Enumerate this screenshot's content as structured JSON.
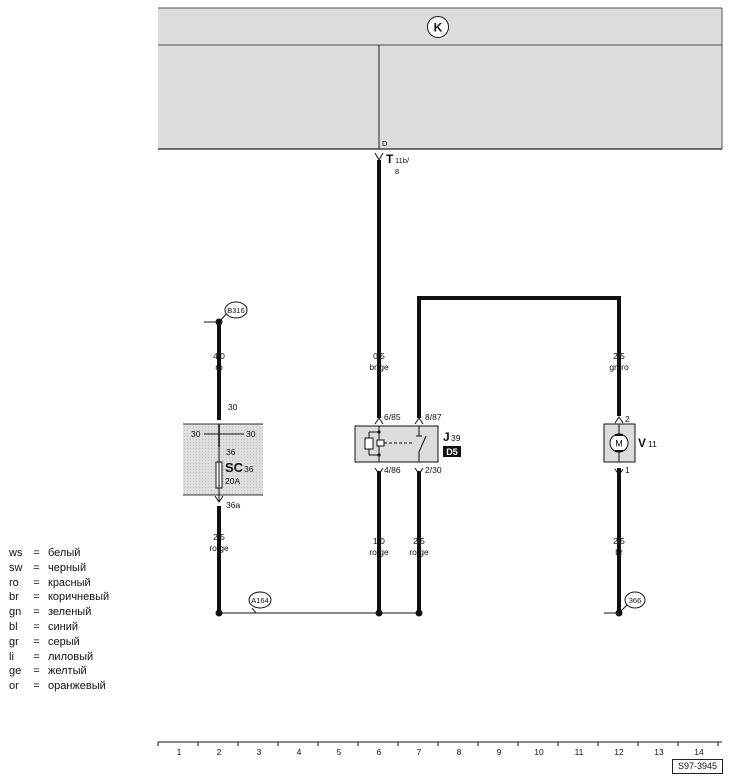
{
  "control_unit": {
    "symbol": "K"
  },
  "connector": {
    "pin": "D",
    "name": "T",
    "sub": "11b/",
    "sub2": "8"
  },
  "ground_points": {
    "b316": "B316",
    "a164": "A164",
    "g366": "366"
  },
  "wires": {
    "w_b316": {
      "size": "4,0",
      "color": "ro"
    },
    "w_t11b": {
      "size": "0,5",
      "color": "br/ge"
    },
    "w_v11_top": {
      "size": "2,5",
      "color": "gn/ro"
    },
    "w_sc_bottom": {
      "size": "2,5",
      "color": "ro/ge"
    },
    "w_j39_4": {
      "size": "1,0",
      "color": "ro/ge"
    },
    "w_j39_2": {
      "size": "2,5",
      "color": "ro/ge"
    },
    "w_v11_bottom": {
      "size": "2,5",
      "color": "br"
    }
  },
  "fuse_box": {
    "pin_top": "30",
    "bus_left": "30",
    "bus_right": "30",
    "pin_in": "36",
    "name": "SC",
    "sub": "36",
    "rating": "20A",
    "pin_out": "36a"
  },
  "relay": {
    "pin_6_85": "6/85",
    "pin_8_87": "8/87",
    "pin_4_86": "4/86",
    "pin_2_30": "2/30",
    "name": "J",
    "sub": "39",
    "badge": "D5"
  },
  "motor": {
    "symbol": "M",
    "name": "V",
    "sub": "11",
    "pin_top": "2",
    "pin_bottom": "1"
  },
  "legend": [
    {
      "code": "ws",
      "eq": "=",
      "name": "белый"
    },
    {
      "code": "sw",
      "eq": "=",
      "name": "черный"
    },
    {
      "code": "ro",
      "eq": "=",
      "name": "красный"
    },
    {
      "code": "br",
      "eq": "=",
      "name": "коричневый"
    },
    {
      "code": "gn",
      "eq": "=",
      "name": "зеленый"
    },
    {
      "code": "bl",
      "eq": "=",
      "name": "синий"
    },
    {
      "code": "gr",
      "eq": "=",
      "name": "серый"
    },
    {
      "code": "li",
      "eq": "=",
      "name": "лиловый"
    },
    {
      "code": "ge",
      "eq": "=",
      "name": "желтый"
    },
    {
      "code": "or",
      "eq": "=",
      "name": "оранжевый"
    }
  ],
  "ruler": [
    "1",
    "2",
    "3",
    "4",
    "5",
    "6",
    "7",
    "8",
    "9",
    "10",
    "11",
    "12",
    "13",
    "14"
  ],
  "page_id": "S97-3945"
}
